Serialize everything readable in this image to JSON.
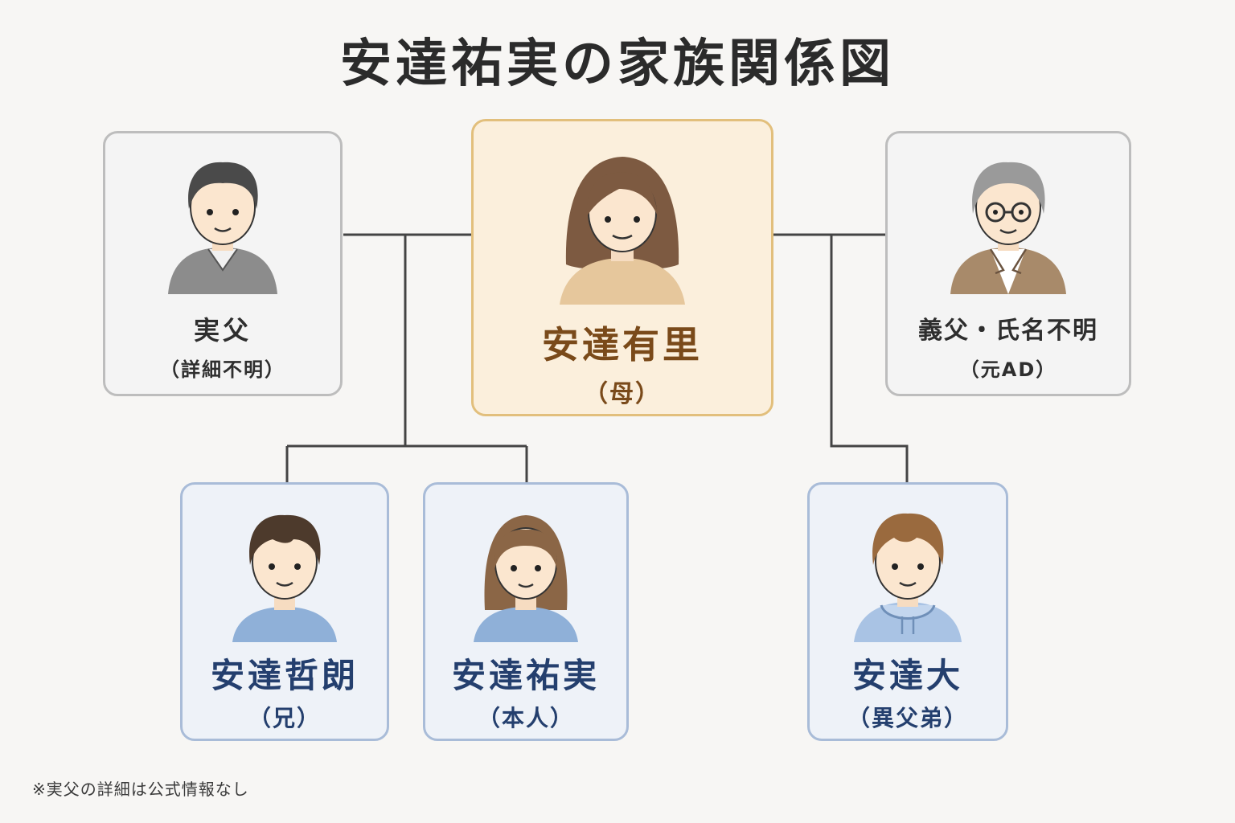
{
  "title": "安達祐実の家族関係図",
  "members": {
    "biological_father": {
      "name": "実父",
      "role": "（詳細不明）"
    },
    "mother": {
      "name": "安達有里",
      "role": "（母）"
    },
    "stepfather": {
      "name": "義父・氏名不明",
      "role": "（元AD）"
    },
    "brother": {
      "name": "安達哲朗",
      "role": "（兄）"
    },
    "self": {
      "name": "安達祐実",
      "role": "（本人）"
    },
    "half_brother": {
      "name": "安達大",
      "role": "（異父弟）"
    }
  },
  "footnote": "※実父の詳細は公式情報なし",
  "colors": {
    "gray_border": "#bdbdbd",
    "gold_border": "#e2bf7c",
    "blue_border": "#a9bcd8",
    "line": "#444444"
  }
}
